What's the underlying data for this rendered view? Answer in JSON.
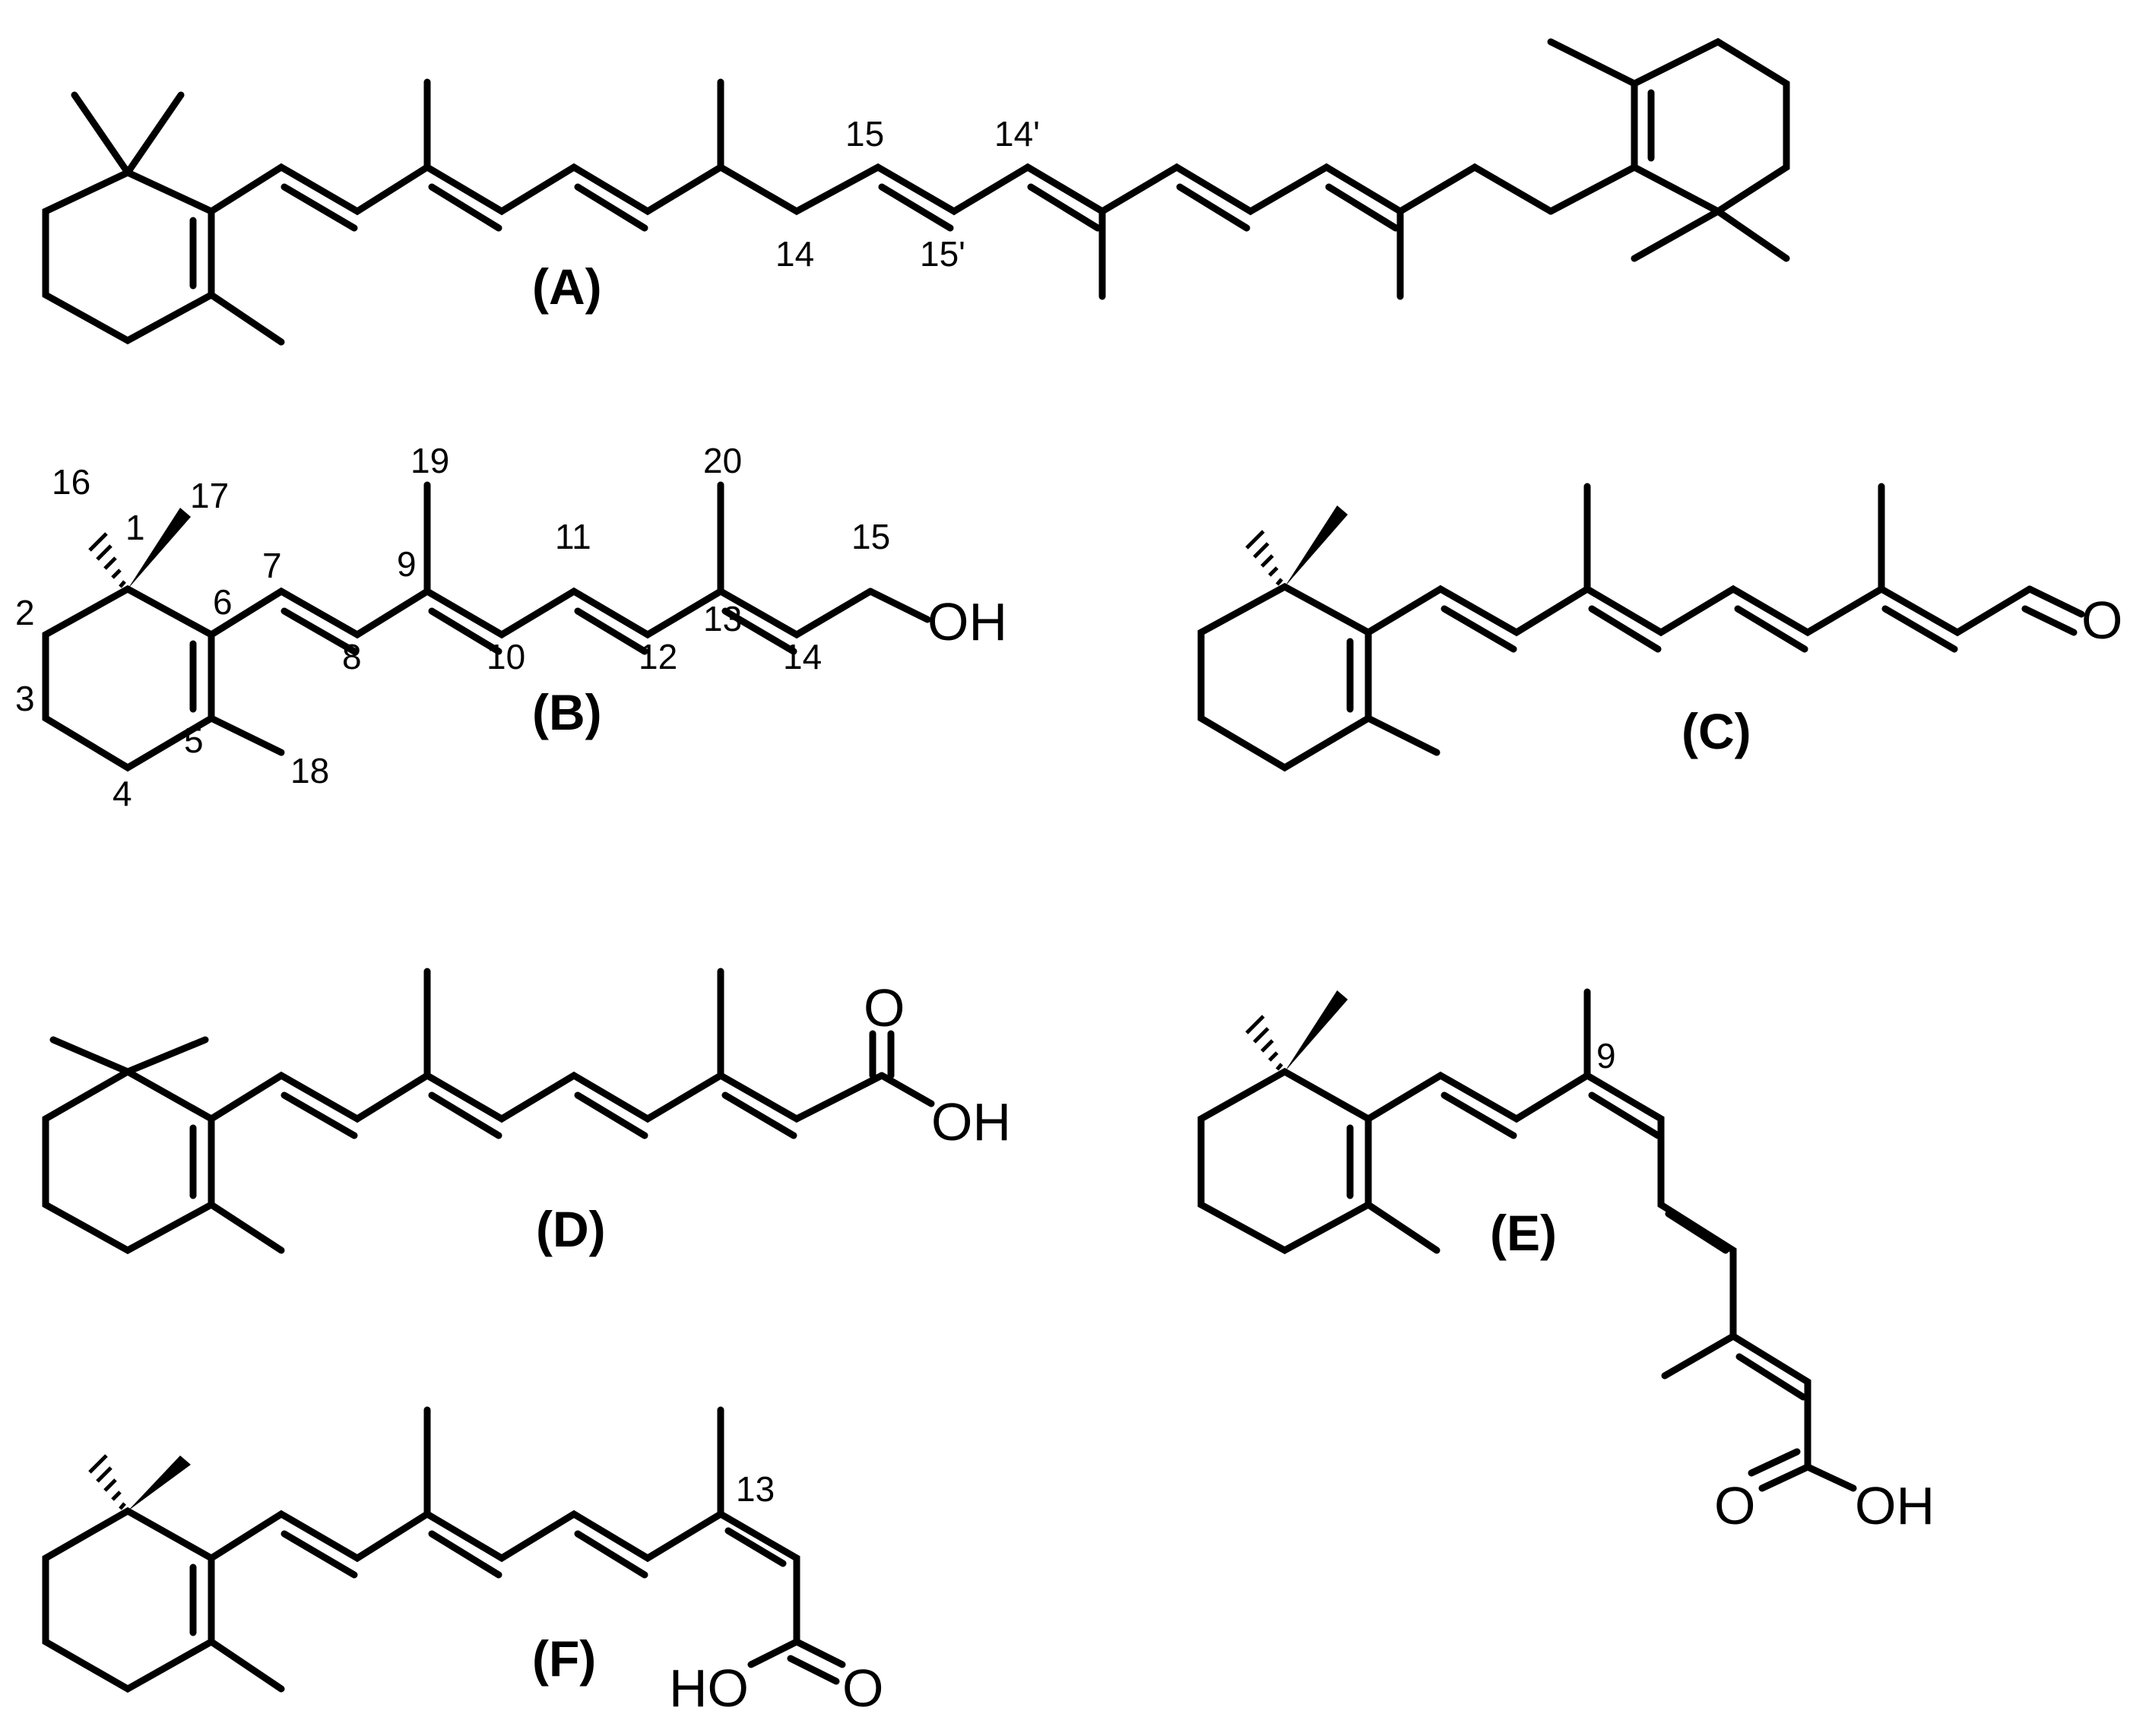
{
  "captions": {
    "a": "(A)",
    "b": "(B)",
    "c": "(C)",
    "d": "(D)",
    "e": "(E)",
    "f": "(F)"
  },
  "atoms": {
    "b_oh": "OH",
    "c_o": "O",
    "d_o": "O",
    "d_oh": "OH",
    "e_o": "O",
    "e_oh": "OH",
    "f_ho": "HO",
    "f_o": "O"
  },
  "numbering": {
    "a": {
      "c15": "15",
      "c14p": "14'",
      "c14": "14",
      "c15p": "15'"
    },
    "b": {
      "c16": "16",
      "c17": "17",
      "c1": "1",
      "c2": "2",
      "c3": "3",
      "c4": "4",
      "c5": "5",
      "c6": "6",
      "c7": "7",
      "c8": "8",
      "c9": "9",
      "c10": "10",
      "c11": "11",
      "c12": "12",
      "c13": "13",
      "c14": "14",
      "c15": "15",
      "c18": "18",
      "c19": "19",
      "c20": "20"
    },
    "e": {
      "c9": "9"
    },
    "f": {
      "c13": "13"
    }
  }
}
